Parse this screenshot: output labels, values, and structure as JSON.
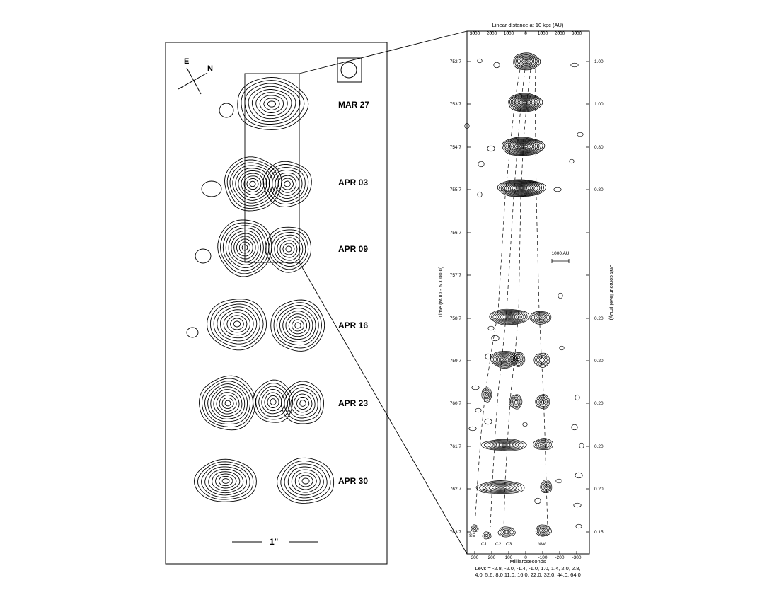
{
  "left_panel": {
    "compass": {
      "east": "E",
      "north": "N"
    },
    "epochs": [
      "MAR 27",
      "APR 03",
      "APR 09",
      "APR 16",
      "APR 23",
      "APR 30"
    ],
    "scale_bar": "1\""
  },
  "right_panel": {
    "top_axis": {
      "title": "Linear distance at 10 kpc (AU)",
      "ticks": [
        "3000",
        "2000",
        "1000",
        "0",
        "1000",
        "2000",
        "3000"
      ]
    },
    "bottom_axis": {
      "title": "Milliarcseconds",
      "ticks": [
        "300",
        "200",
        "100",
        "0",
        "-100",
        "-200",
        "-300"
      ]
    },
    "left_axis": {
      "title": "Time (MJD - 50000.0)",
      "ticks": [
        "752.7",
        "753.7",
        "754.7",
        "755.7",
        "756.7",
        "757.7",
        "758.7",
        "759.7",
        "760.7",
        "761.7",
        "762.7",
        "763.7"
      ]
    },
    "right_axis": {
      "title": "Unit contour level (mJy)",
      "ticks": [
        "1.00",
        "1.00",
        "0.80",
        "0.80",
        "",
        "",
        "0.20",
        "0.20",
        "0.20",
        "0.20",
        "0.20",
        "0.15"
      ]
    },
    "scale_label": "1000 AU",
    "component_labels": [
      "SE",
      "C1",
      "C2",
      "C3",
      "NW"
    ],
    "levels_line1": "Levs = -2.8, -2.0, -1.4, -1.0, 1.0, 1.4, 2.0, 2.8,",
    "levels_line2": "4.0, 5.6, 8.0 11.0, 16.0, 22.0, 32.0, 44.0, 64.0"
  }
}
